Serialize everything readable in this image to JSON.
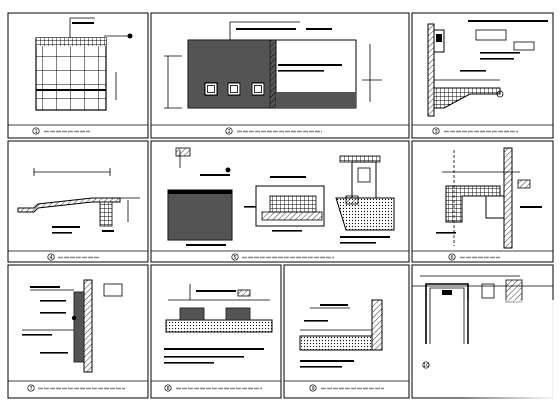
{
  "sheet": {
    "background": "#ffffff",
    "line_color": "#000000",
    "panels": [
      {
        "id": "1",
        "caption_text": "",
        "number": "1"
      },
      {
        "id": "2",
        "caption_text": "",
        "number": "2"
      },
      {
        "id": "3",
        "caption_text": "",
        "number": "3"
      },
      {
        "id": "4",
        "caption_text": "",
        "number": "4"
      },
      {
        "id": "5",
        "caption_text": "",
        "number": "5"
      },
      {
        "id": "6",
        "caption_text": "",
        "number": "6"
      },
      {
        "id": "7",
        "caption_text": "",
        "number": "7"
      },
      {
        "id": "8",
        "caption_text": "",
        "number": "8"
      },
      {
        "id": "9",
        "caption_text": "",
        "number": "9"
      },
      {
        "id": "10",
        "caption_text": "",
        "number": "10"
      }
    ]
  }
}
